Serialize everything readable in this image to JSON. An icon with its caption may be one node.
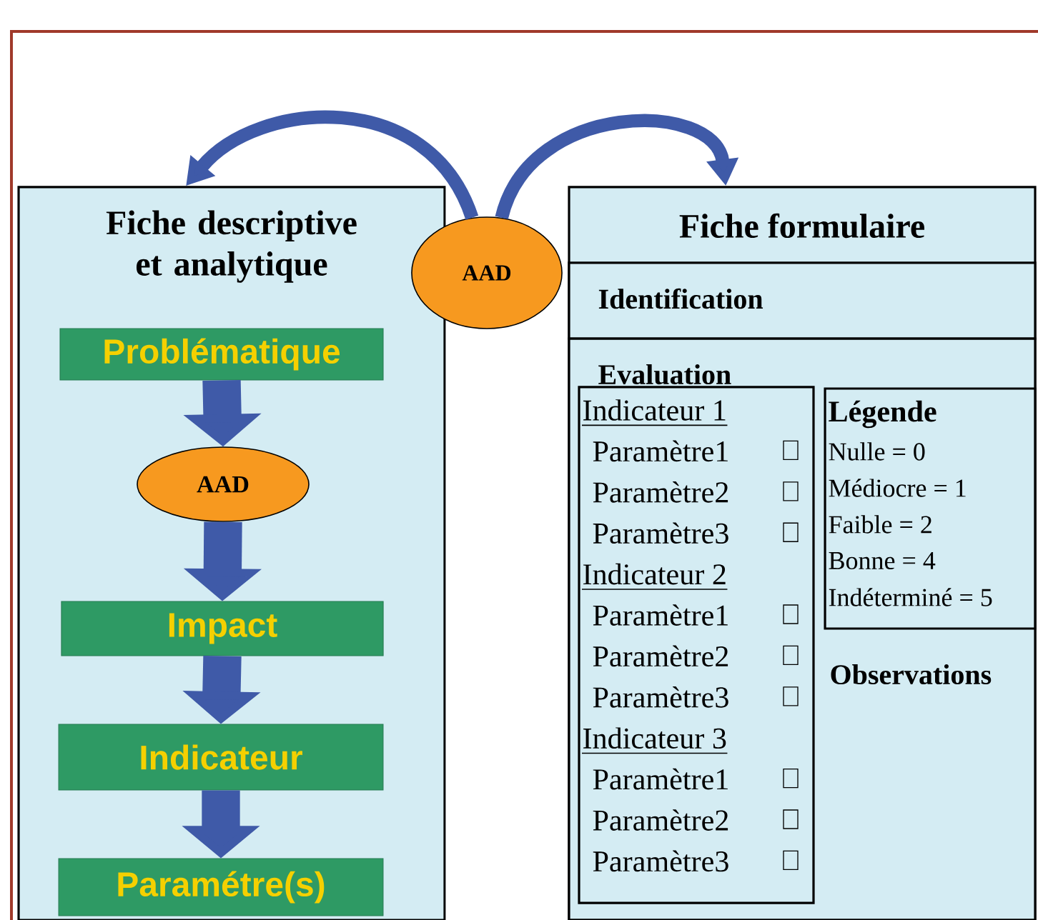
{
  "diagram": {
    "nodes": [
      {
        "text": [
          "Fiche descriptive et analytique"
        ]
      },
      {
        "text": [
          "AAD"
        ]
      },
      {
        "text": [
          "Fiche formulaire"
        ]
      },
      {
        "text": [
          "Identification"
        ],
        "in": 2
      },
      {
        "text": [
          "Evaluation",
          "Observations"
        ],
        "in": 2
      },
      {
        "text": [
          "Problématique"
        ],
        "in": 0
      },
      {
        "text": [
          "AAD"
        ],
        "in": 0
      },
      {
        "text": [
          "Impact"
        ],
        "in": 0
      },
      {
        "text": [
          "Indicateur"
        ],
        "in": 0
      },
      {
        "text": [
          "Paramétre(s)"
        ],
        "in": 0
      },
      {
        "text": [
          "Indicateur  1",
          "Paramètre1",
          "Paramètre2",
          "Paramètre3",
          "Indicateur  2",
          "Paramètre1",
          "Paramètre2",
          "Paramètre3",
          "Indicateur  3",
          "Paramètre1",
          "Paramètre2",
          "Paramètre3"
        ],
        "in": 4
      },
      {
        "text": [
          "Légende",
          "Nulle = 0",
          "Médiocre = 1",
          "Faible = 2",
          "Bonne = 4",
          "Indéterminé = 5"
        ],
        "in": 4
      }
    ],
    "edges": [
      {
        "from": 1,
        "to": 0,
        "arrow": "to"
      },
      {
        "from": 1,
        "to": 2,
        "arrow": "to"
      },
      {
        "from": 5,
        "to": 6,
        "arrow": "to"
      },
      {
        "from": 6,
        "to": 7,
        "arrow": "to"
      },
      {
        "from": 7,
        "to": 8,
        "arrow": "to"
      },
      {
        "from": 8,
        "to": 9,
        "arrow": "to"
      }
    ]
  }
}
